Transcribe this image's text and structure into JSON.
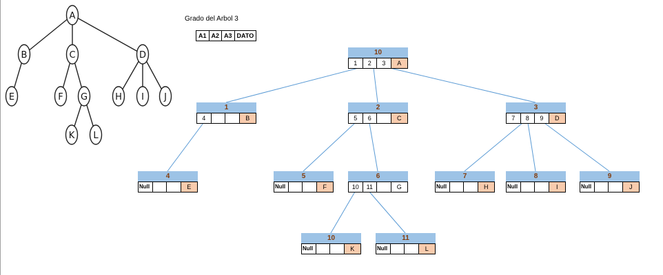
{
  "title": "Grado del Arbol 3",
  "legend": [
    "A1",
    "A2",
    "A3",
    "DATO"
  ],
  "colors": {
    "head": "#9dc3e6",
    "head_text": "#843c0c",
    "data": "#f8cbad",
    "link": "#5b9bd5"
  },
  "tree": {
    "nodes": [
      "A",
      "B",
      "C",
      "D",
      "E",
      "F",
      "G",
      "H",
      "I",
      "J",
      "K",
      "L"
    ],
    "edges": [
      [
        "A",
        "B"
      ],
      [
        "A",
        "C"
      ],
      [
        "A",
        "D"
      ],
      [
        "B",
        "E"
      ],
      [
        "C",
        "F"
      ],
      [
        "C",
        "G"
      ],
      [
        "D",
        "H"
      ],
      [
        "D",
        "I"
      ],
      [
        "D",
        "J"
      ],
      [
        "G",
        "K"
      ],
      [
        "G",
        "L"
      ]
    ]
  },
  "records": [
    {
      "id": "10",
      "a1": "1",
      "a2": "2",
      "a3": "3",
      "data": "A"
    },
    {
      "id": "1",
      "a1": "4",
      "a2": "",
      "a3": "",
      "data": "B"
    },
    {
      "id": "2",
      "a1": "5",
      "a2": "6",
      "a3": "",
      "data": "C"
    },
    {
      "id": "3",
      "a1": "7",
      "a2": "8",
      "a3": "9",
      "data": "D"
    },
    {
      "id": "4",
      "a1": "Null",
      "a2": "",
      "a3": "",
      "data": "E"
    },
    {
      "id": "5",
      "a1": "Null",
      "a2": "",
      "a3": "",
      "data": "F"
    },
    {
      "id": "6",
      "a1": "10",
      "a2": "11",
      "a3": "",
      "data": "G"
    },
    {
      "id": "7",
      "a1": "Null",
      "a2": "",
      "a3": "",
      "data": "H"
    },
    {
      "id": "8",
      "a1": "Null",
      "a2": "",
      "a3": "",
      "data": "I"
    },
    {
      "id": "9",
      "a1": "Null",
      "a2": "",
      "a3": "",
      "data": "J"
    },
    {
      "id": "10",
      "a1": "Null",
      "a2": "",
      "a3": "",
      "data": "K"
    },
    {
      "id": "11",
      "a1": "Null",
      "a2": "",
      "a3": "",
      "data": "L"
    }
  ],
  "record_edges": [
    [
      0,
      1
    ],
    [
      0,
      2
    ],
    [
      0,
      3
    ],
    [
      1,
      4
    ],
    [
      2,
      5
    ],
    [
      2,
      6
    ],
    [
      6,
      10
    ],
    [
      6,
      11
    ]
  ]
}
